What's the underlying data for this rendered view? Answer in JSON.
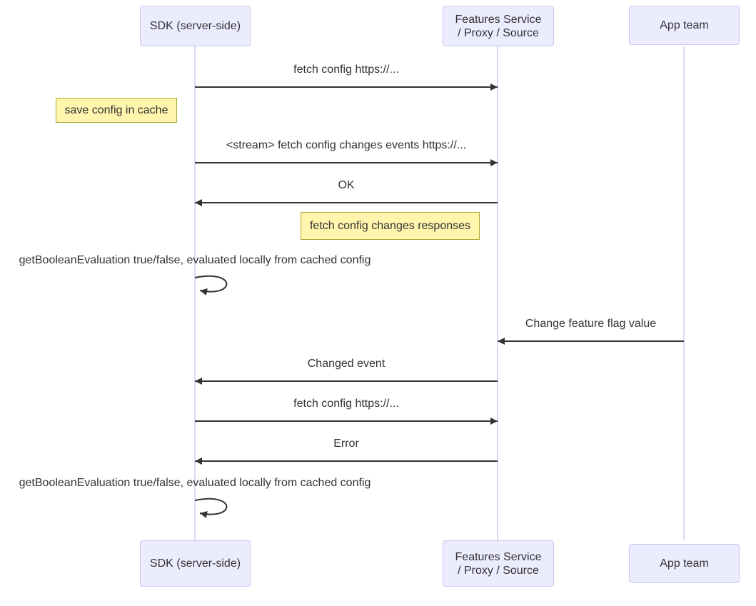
{
  "diagram": {
    "type": "sequence-diagram",
    "actors": [
      {
        "id": "sdk",
        "label": "SDK (server-side)"
      },
      {
        "id": "features",
        "label": "Features Service\n/ Proxy / Source"
      },
      {
        "id": "app",
        "label": "App team"
      }
    ],
    "messages": [
      {
        "index": 1,
        "kind": "solid-arrow",
        "from": "sdk",
        "to": "features",
        "text": "fetch config https://..."
      },
      {
        "index": 2,
        "kind": "note",
        "position": "left of sdk",
        "text": "save config in cache"
      },
      {
        "index": 3,
        "kind": "solid-arrow",
        "from": "sdk",
        "to": "features",
        "text": "<stream> fetch config changes events https://..."
      },
      {
        "index": 4,
        "kind": "solid-arrow",
        "from": "features",
        "to": "sdk",
        "text": "OK"
      },
      {
        "index": 5,
        "kind": "note",
        "position": "left of features",
        "text": "fetch config changes responses"
      },
      {
        "index": 6,
        "kind": "self-loop",
        "from": "sdk",
        "to": "sdk",
        "text": "getBooleanEvaluation true/false, evaluated locally from cached config"
      },
      {
        "index": 7,
        "kind": "solid-arrow",
        "from": "app",
        "to": "features",
        "text": "Change feature flag value"
      },
      {
        "index": 8,
        "kind": "solid-arrow",
        "from": "features",
        "to": "sdk",
        "text": "Changed event"
      },
      {
        "index": 9,
        "kind": "solid-arrow",
        "from": "sdk",
        "to": "features",
        "text": "fetch config https://..."
      },
      {
        "index": 10,
        "kind": "solid-arrow",
        "from": "features",
        "to": "sdk",
        "text": "Error"
      },
      {
        "index": 11,
        "kind": "self-loop",
        "from": "sdk",
        "to": "sdk",
        "text": "getBooleanEvaluation true/false, evaluated locally from cached config"
      }
    ],
    "colors": {
      "actor_fill": "#ECECFF",
      "actor_border": "#CDC6F0",
      "note_fill": "#FFF5AD",
      "note_border": "#AAAA33",
      "arrow_line": "#333333",
      "lifeline": "#D2CCEF",
      "text": "#333333",
      "background": "#FFFFFF"
    }
  }
}
